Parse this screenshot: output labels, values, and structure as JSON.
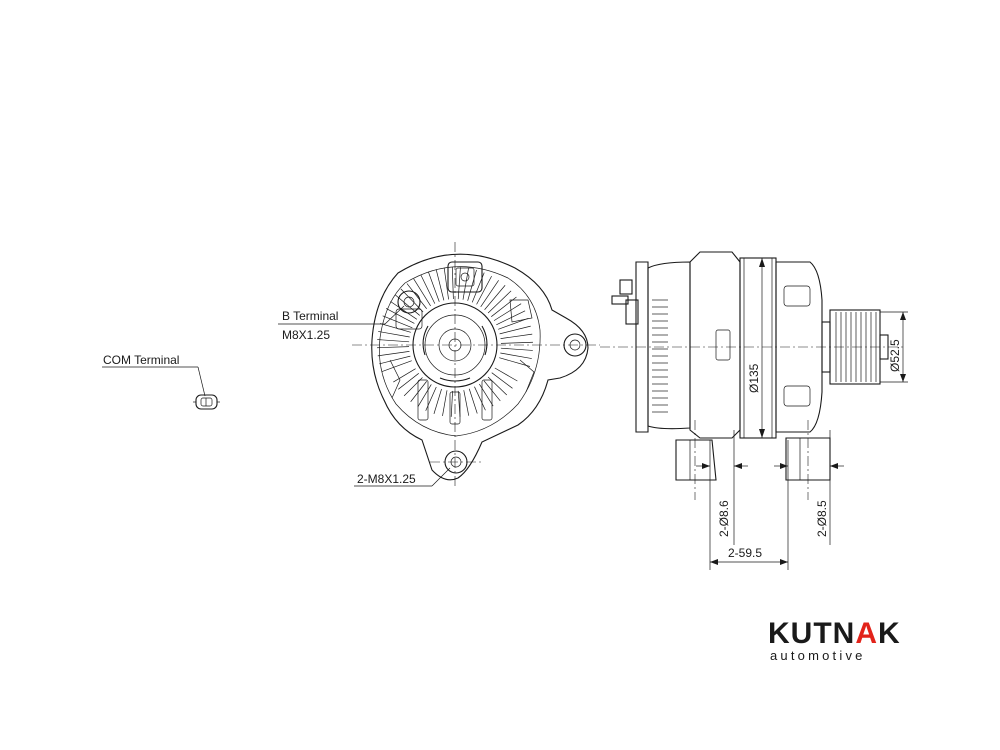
{
  "labels": {
    "com_terminal": "COM Terminal",
    "b_terminal": "B Terminal",
    "b_terminal_thread": "M8X1.25",
    "mount_thread": "2-M8X1.25",
    "dia_housing": "Ø135",
    "dia_pulley": "Ø52.5",
    "hole_left": "2-Ø8.6",
    "hole_right": "2-Ø8.5",
    "spacing": "2-59.5"
  },
  "logo": {
    "brand": "KUTNAK",
    "tagline": "automotive",
    "colors": {
      "text": "#1a1a1a",
      "accent": "#e2231a"
    }
  }
}
